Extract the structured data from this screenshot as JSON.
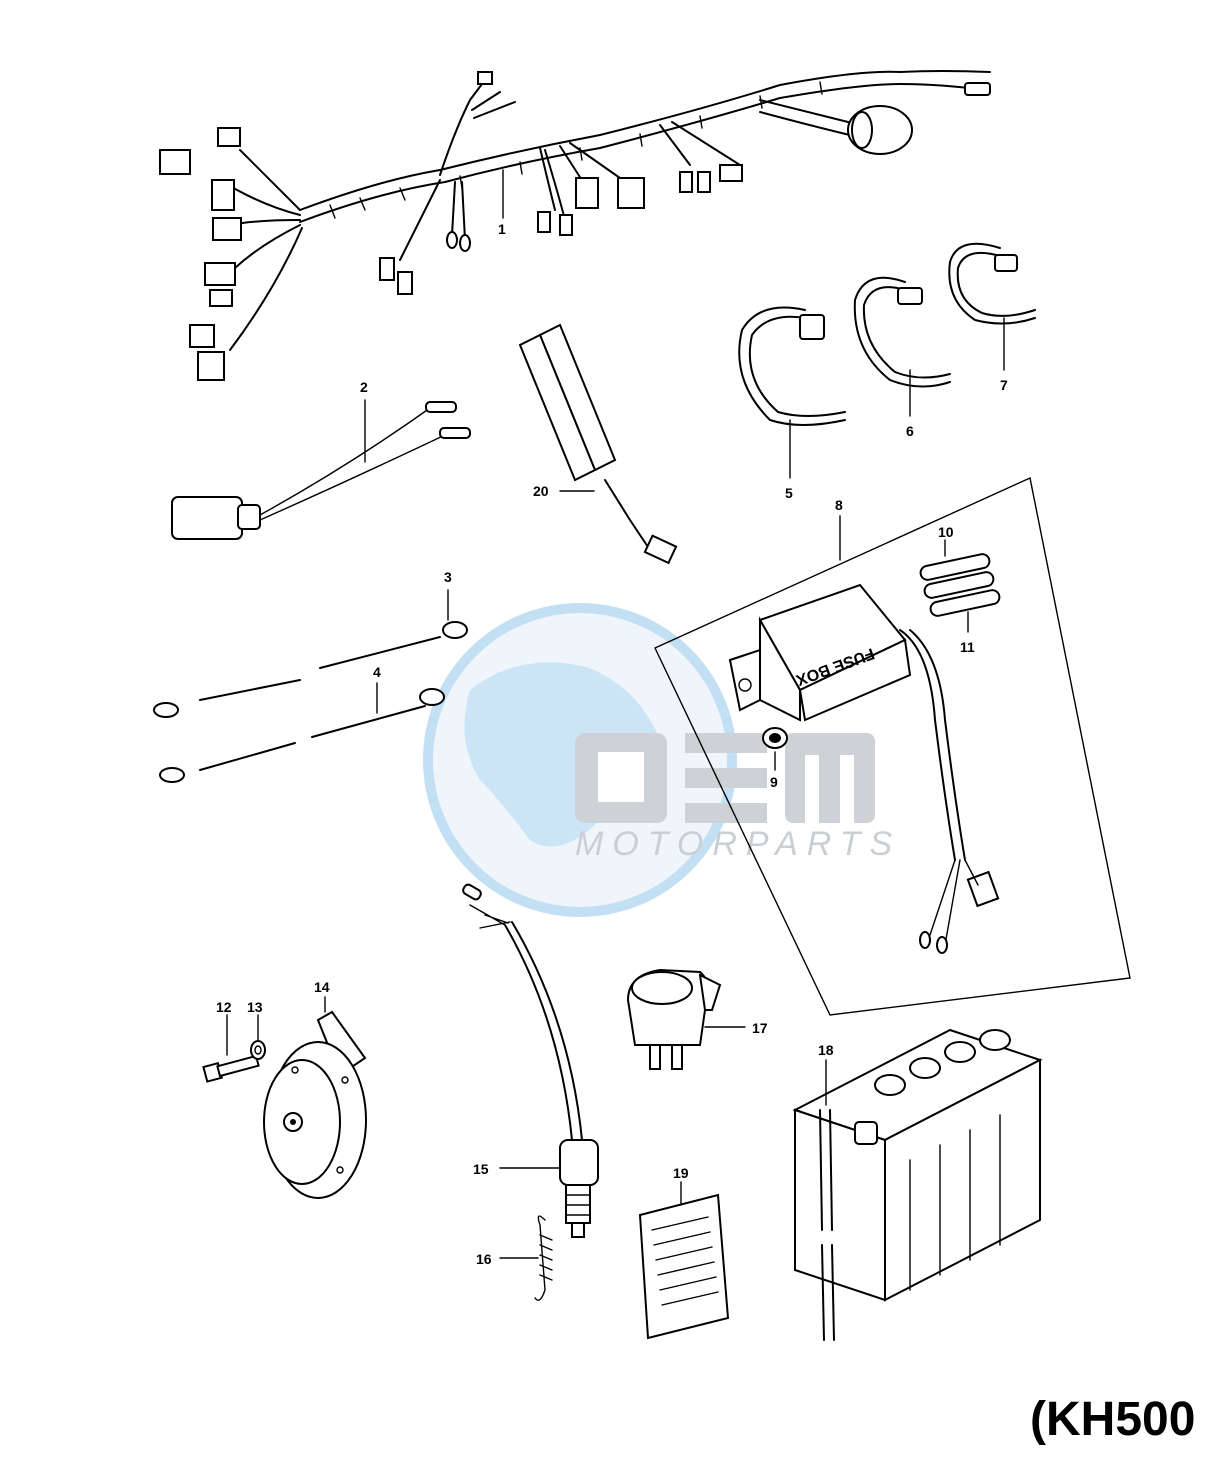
{
  "model_label": "(KH500",
  "watermark": {
    "brand": "OEM",
    "sub": "MOTORPARTS"
  },
  "fuse_box_text": "FUSE BOX",
  "callouts": [
    "1",
    "2",
    "3",
    "4",
    "5",
    "6",
    "7",
    "8",
    "9",
    "10",
    "11",
    "12",
    "13",
    "14",
    "15",
    "16",
    "17",
    "18",
    "19",
    "20"
  ]
}
